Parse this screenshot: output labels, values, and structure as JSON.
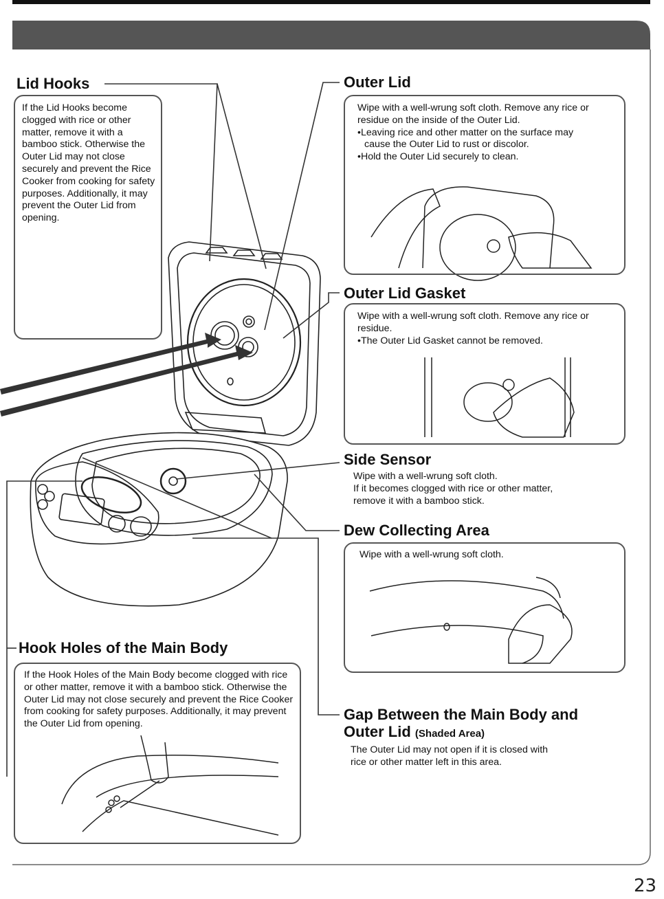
{
  "header_band_title": "",
  "sections": {
    "lid_hooks": {
      "title": "Lid Hooks",
      "text": "If the Lid Hooks become clogged with rice or other matter, remove it with a bamboo stick. Otherwise the Outer Lid may not close securely and prevent the Rice Cooker from cooking for safety purposes. Additionally, it may prevent the Outer Lid from opening."
    },
    "outer_lid": {
      "title": "Outer Lid",
      "text": "Wipe with a well-wrung soft cloth. Remove any rice or residue on the inside of the Outer Lid.",
      "bullet1": "•Leaving rice and other matter on the surface may",
      "bullet1b": "cause the Outer Lid to rust or discolor.",
      "bullet2": "•Hold the Outer Lid securely to clean."
    },
    "outer_lid_gasket": {
      "title": "Outer Lid Gasket",
      "text": "Wipe with a well-wrung soft cloth. Remove any rice or residue.",
      "bullet1": "•The Outer Lid Gasket cannot be removed."
    },
    "side_sensor": {
      "title": "Side Sensor",
      "line1": "Wipe with a well-wrung soft cloth.",
      "line2": "If it becomes clogged with rice or other matter,",
      "line3": "remove it with a bamboo stick."
    },
    "dew_collecting_area": {
      "title": "Dew Collecting Area",
      "text": "Wipe with a well-wrung soft cloth."
    },
    "hook_holes": {
      "title": "Hook Holes of the Main Body",
      "text": "If the Hook Holes of the Main Body become clogged with rice or other matter, remove it with a bamboo stick. Otherwise the Outer Lid may not close securely and prevent the Rice Cooker from cooking for safety purposes. Additionally, it may prevent the Outer Lid from opening."
    },
    "gap": {
      "title_line1": "Gap Between the Main Body and",
      "title_line2": "Outer Lid",
      "title_suffix": "(Shaded Area)",
      "line1": "The Outer Lid may not open if it is closed with",
      "line2": "rice or other matter left in this area."
    }
  },
  "page_number": "23",
  "colors": {
    "band": "#555555",
    "line": "#333333",
    "arrow": "#333333"
  }
}
